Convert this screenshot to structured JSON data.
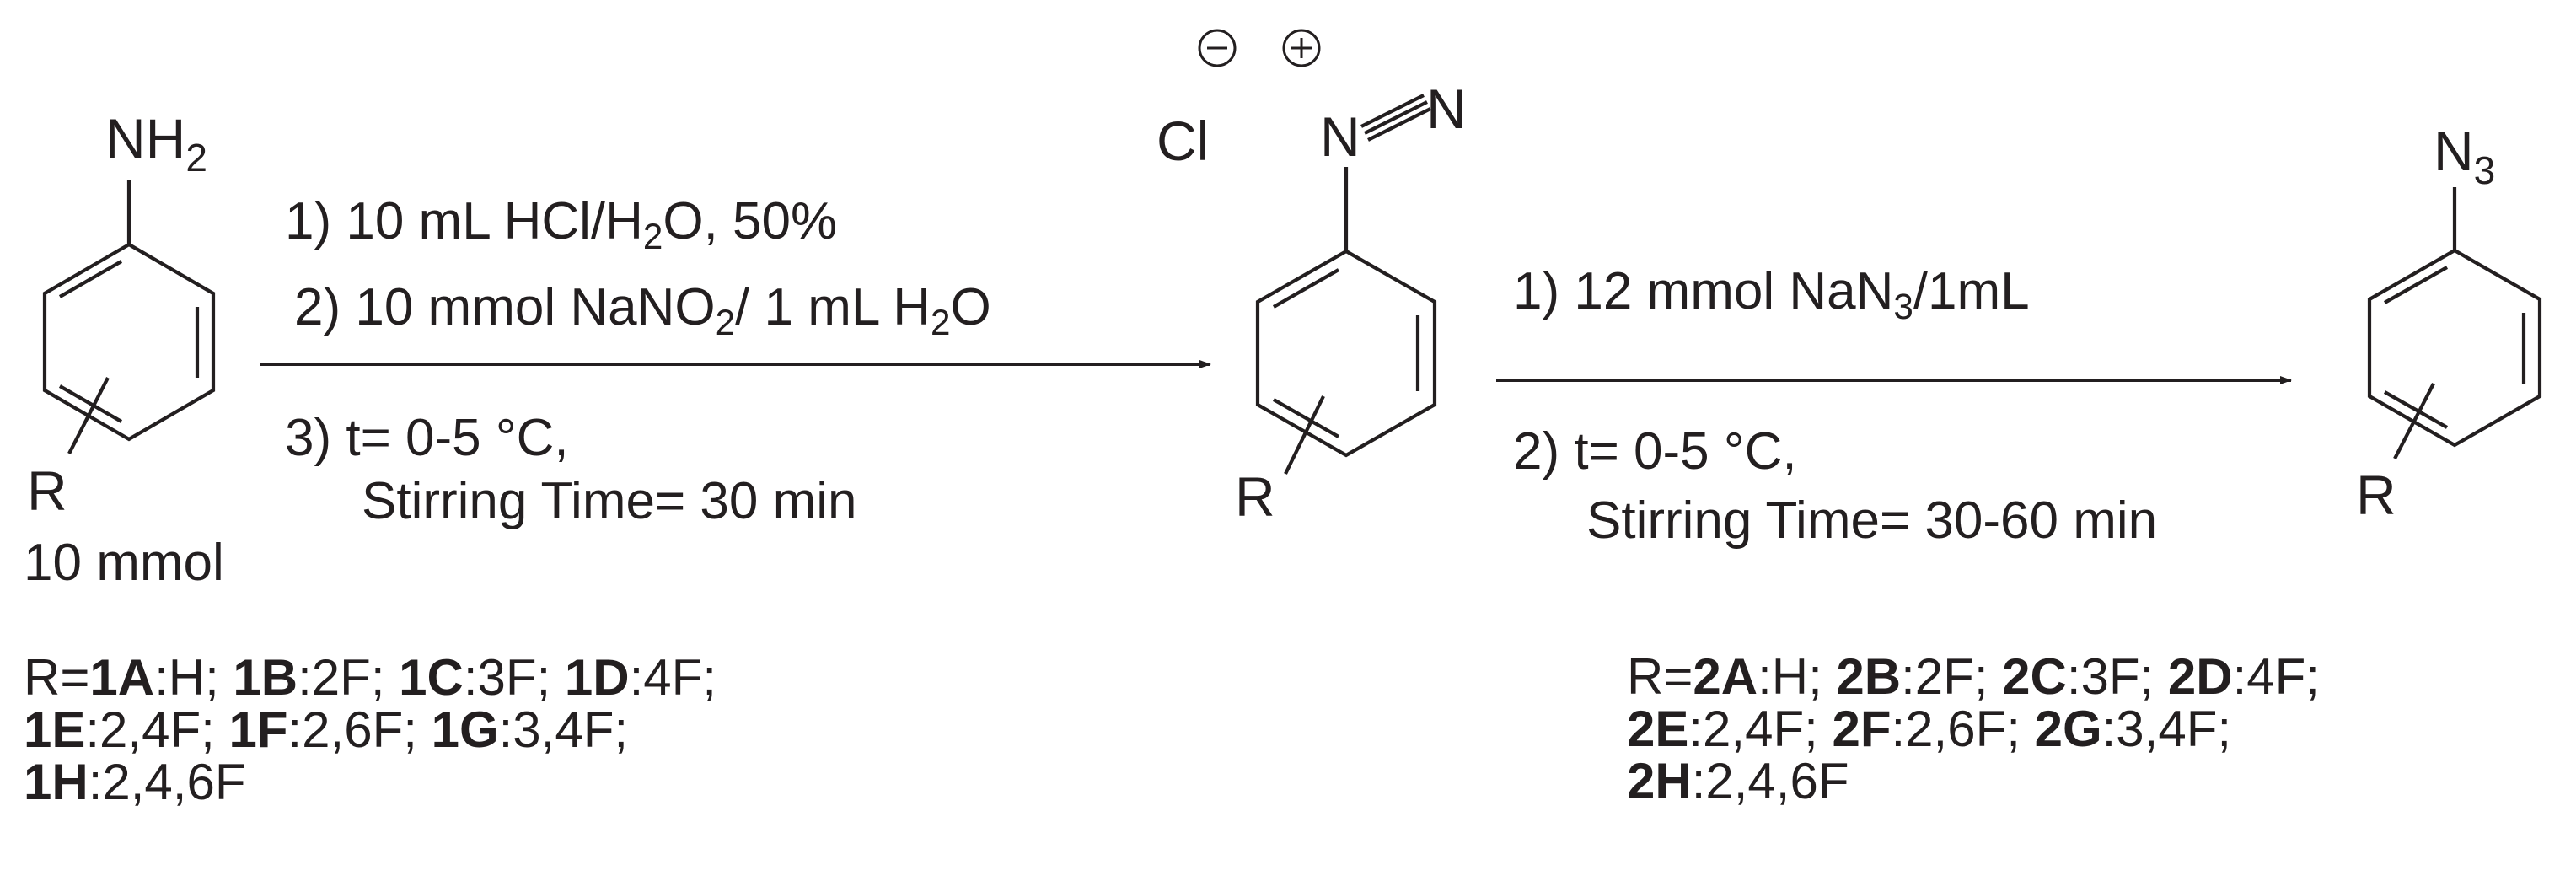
{
  "reactant": {
    "group": "NH",
    "group_sub": "2",
    "substituent": "R",
    "amount": "10 mmol"
  },
  "step1": {
    "line1": {
      "pre": "1) 10 mL HCl/H",
      "sub": "2",
      "post": "O, 50%"
    },
    "line2": {
      "pre": "2) 10 mmol NaNO",
      "sub": "2",
      "mid": "/ 1 mL H",
      "sub2": "2",
      "post": "O"
    },
    "line3": "3) t= 0-5 °C,",
    "line4": "Stirring Time= 30 min"
  },
  "intermediate": {
    "counterion": "Cl",
    "n1": "N",
    "n2": "N",
    "minus": "−",
    "plus": "+",
    "substituent": "R"
  },
  "step2": {
    "line1": {
      "pre": "1) 12 mmol NaN",
      "sub": "3",
      "post": "/1mL"
    },
    "line2": "2) t= 0-5 °C,",
    "line3": "Stirring Time= 30-60 min"
  },
  "product": {
    "group": "N",
    "group_sub": "3",
    "substituent": "R"
  },
  "reactant_list": [
    [
      {
        "text": "R=",
        "bold": false
      },
      {
        "text": "1A",
        "bold": true
      },
      {
        "text": ":H; ",
        "bold": false
      },
      {
        "text": "1B",
        "bold": true
      },
      {
        "text": ":2F; ",
        "bold": false
      },
      {
        "text": "1C",
        "bold": true
      },
      {
        "text": ":3F; ",
        "bold": false
      },
      {
        "text": "1D",
        "bold": true
      },
      {
        "text": ":4F;",
        "bold": false
      }
    ],
    [
      {
        "text": "1E",
        "bold": true
      },
      {
        "text": ":2,4F; ",
        "bold": false
      },
      {
        "text": "1F",
        "bold": true
      },
      {
        "text": ":2,6F; ",
        "bold": false
      },
      {
        "text": "1G",
        "bold": true
      },
      {
        "text": ":3,4F;",
        "bold": false
      }
    ],
    [
      {
        "text": "1H",
        "bold": true
      },
      {
        "text": ":2,4,6F",
        "bold": false
      }
    ]
  ],
  "product_list": [
    [
      {
        "text": "R=",
        "bold": false
      },
      {
        "text": "2A",
        "bold": true
      },
      {
        "text": ":H; ",
        "bold": false
      },
      {
        "text": "2B",
        "bold": true
      },
      {
        "text": ":2F; ",
        "bold": false
      },
      {
        "text": "2C",
        "bold": true
      },
      {
        "text": ":3F; ",
        "bold": false
      },
      {
        "text": "2D",
        "bold": true
      },
      {
        "text": ":4F;",
        "bold": false
      }
    ],
    [
      {
        "text": "2E",
        "bold": true
      },
      {
        "text": ":2,4F; ",
        "bold": false
      },
      {
        "text": "2F",
        "bold": true
      },
      {
        "text": ":2,6F; ",
        "bold": false
      },
      {
        "text": "2G",
        "bold": true
      },
      {
        "text": ":3,4F;",
        "bold": false
      }
    ],
    [
      {
        "text": "2H",
        "bold": true
      },
      {
        "text": ":2,4,6F",
        "bold": false
      }
    ]
  ]
}
